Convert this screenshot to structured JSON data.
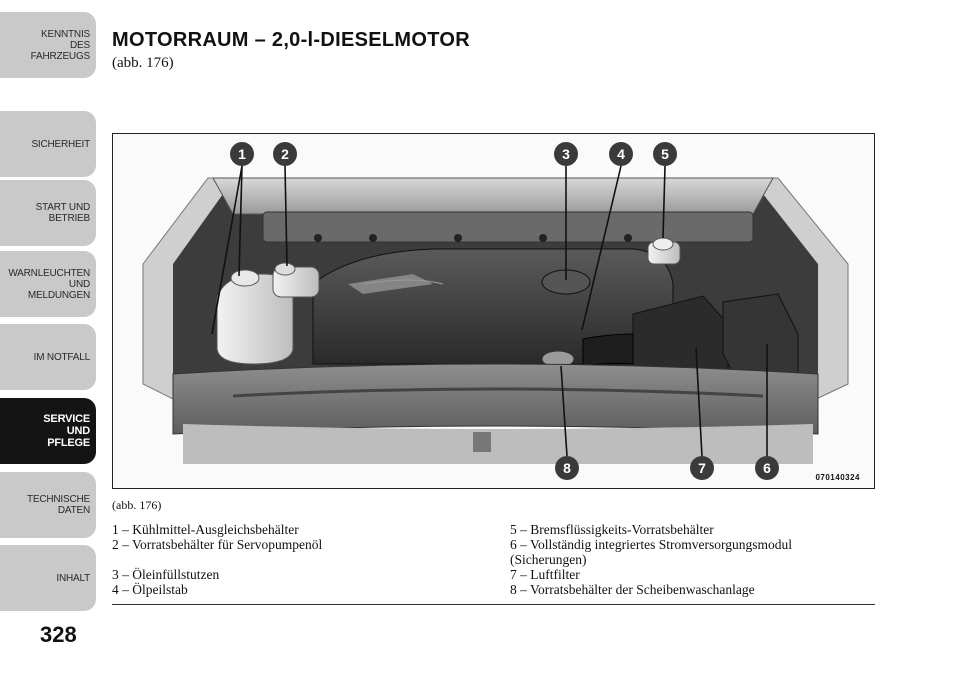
{
  "sidebar": {
    "tabs": [
      {
        "label": "KENNTNIS\nDES\nFAHRZEUGS",
        "active": false
      },
      {
        "label": "SICHERHEIT",
        "active": false
      },
      {
        "label": "START UND\nBETRIEB",
        "active": false
      },
      {
        "label": "WARNLEUCHTEN\nUND\nMELDUNGEN",
        "active": false
      },
      {
        "label": "IM NOTFALL",
        "active": false
      },
      {
        "label": "SERVICE\nUND\nPFLEGE",
        "active": true
      },
      {
        "label": "TECHNISCHE\nDATEN",
        "active": false
      },
      {
        "label": "INHALT",
        "active": false
      }
    ]
  },
  "page": {
    "title": "MOTORRAUM – 2,0-l-DIESELMOTOR",
    "subtitle": "(abb.  176)",
    "page_number": "328"
  },
  "figure": {
    "code": "070140324",
    "caption": "(abb. 176)",
    "callouts": [
      "1",
      "2",
      "3",
      "4",
      "5",
      "8",
      "7",
      "6"
    ]
  },
  "legend": {
    "left": [
      "1 – Kühlmittel-Ausgleichsbehälter",
      "2 – Vorratsbehälter für Servopumpenöl",
      "",
      "3 – Öleinfüllstutzen",
      "4 – Ölpeilstab"
    ],
    "right": [
      "5 – Bremsflüssigkeits-Vorratsbehälter",
      "6 – Vollständig integriertes Stromversorgungsmodul\n(Sicherungen)",
      "7 – Luftfilter",
      "8 – Vorratsbehälter der Scheibenwaschanlage"
    ]
  },
  "colors": {
    "tab_inactive": "#c9c9c9",
    "tab_active": "#141414",
    "callout": "#3a3a3a"
  }
}
